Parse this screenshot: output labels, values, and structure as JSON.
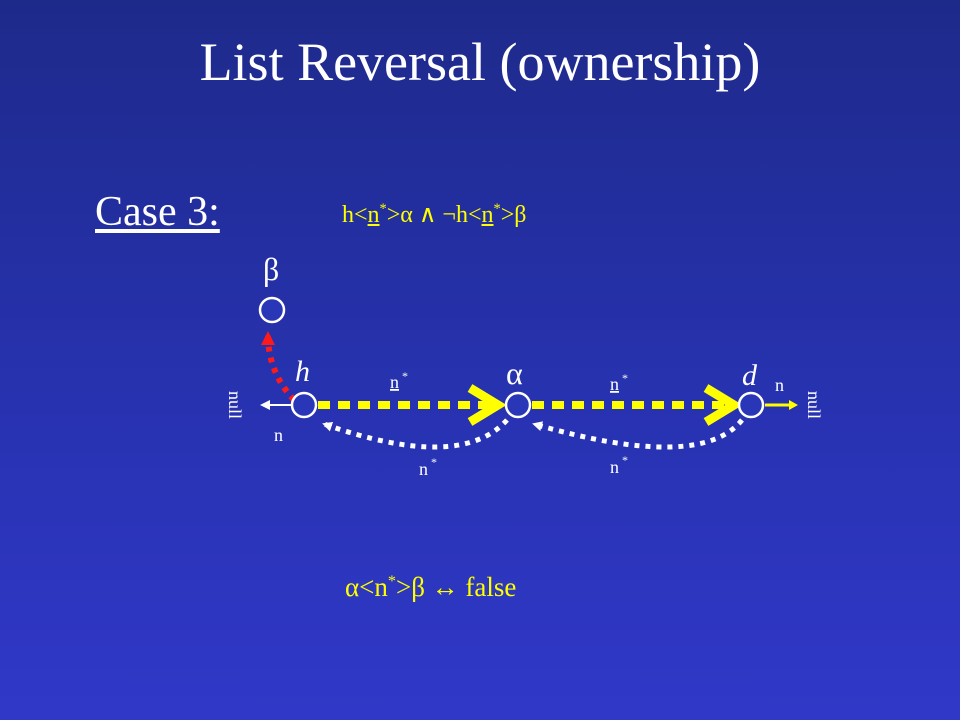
{
  "title": "List Reversal (ownership)",
  "case_label": "Case 3:",
  "condition": {
    "h1": "h<",
    "n1": "n",
    "star1": "*",
    "mid": ">α  ∧ ¬h<",
    "n2": "n",
    "star2": "*",
    "end": ">β"
  },
  "result": {
    "pre": "α<n",
    "star": "*",
    "post": ">β  ↔  false"
  },
  "diagram": {
    "node_labels": {
      "beta": "β",
      "h": "h",
      "alpha": "α",
      "d": "d"
    },
    "edge_labels": {
      "n_star": "n",
      "star": "*",
      "n": "n",
      "null": "null"
    },
    "colors": {
      "yellow": "#ffff00",
      "red": "#ff1a1a",
      "white": "#ffffff",
      "node_fill": "#2a36b8"
    }
  }
}
